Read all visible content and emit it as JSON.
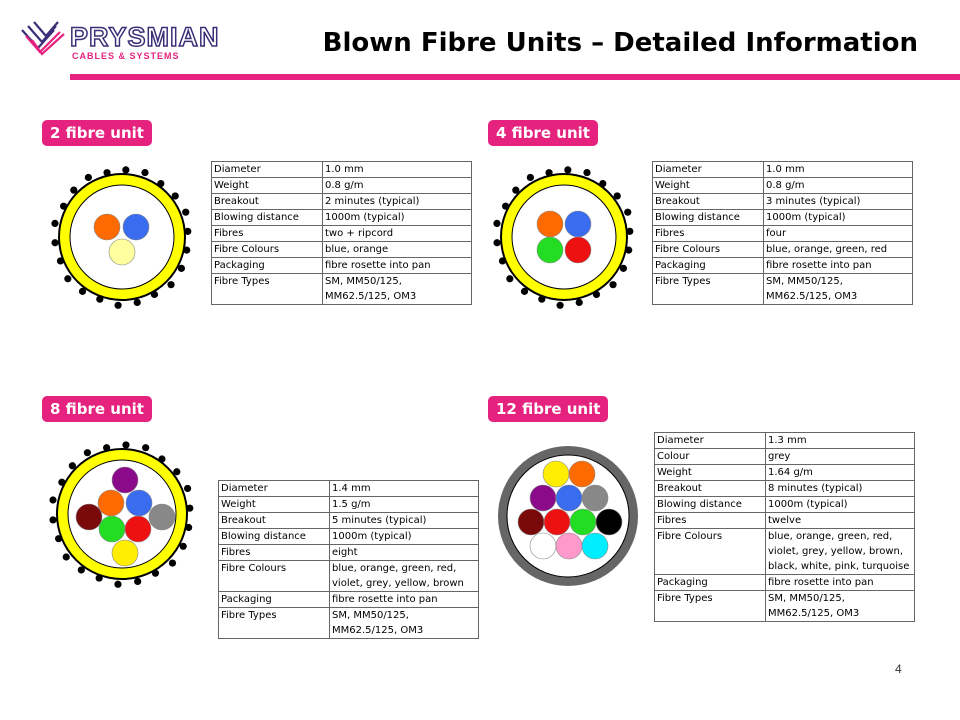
{
  "header": {
    "brand": "PRYSMIAN",
    "brand_sub": "CABLES & SYSTEMS",
    "title": "Blown Fibre Units – Detailed Information"
  },
  "page_number": "4",
  "units": [
    {
      "label": "2 fibre unit",
      "sheath_color": "#ffff00",
      "fibre_colors": [
        "#ff6a00",
        "#3a6cf0",
        "#ffffa0"
      ],
      "rows": [
        {
          "key": "Diameter",
          "value": [
            "1.0 mm"
          ]
        },
        {
          "key": "Weight",
          "value": [
            "0.8 g/m"
          ]
        },
        {
          "key": "Breakout",
          "value": [
            "2 minutes (typical)"
          ]
        },
        {
          "key": "Blowing distance",
          "value": [
            "1000m (typical)"
          ]
        },
        {
          "key": "Fibres",
          "value": [
            "two + ripcord"
          ]
        },
        {
          "key": "Fibre Colours",
          "value": [
            "blue, orange"
          ]
        },
        {
          "key": "Packaging",
          "value": [
            "fibre rosette into pan"
          ]
        },
        {
          "key": "Fibre Types",
          "value": [
            "SM, MM50/125,",
            "MM62.5/125, OM3"
          ]
        }
      ]
    },
    {
      "label": "4 fibre unit",
      "sheath_color": "#ffff00",
      "fibre_colors": [
        "#ff6a00",
        "#3a6cf0",
        "#22dd22",
        "#ee1111"
      ],
      "rows": [
        {
          "key": "Diameter",
          "value": [
            "1.0 mm"
          ]
        },
        {
          "key": "Weight",
          "value": [
            "0.8 g/m"
          ]
        },
        {
          "key": "Breakout",
          "value": [
            "3 minutes (typical)"
          ]
        },
        {
          "key": "Blowing distance",
          "value": [
            "1000m (typical)"
          ]
        },
        {
          "key": "Fibres",
          "value": [
            "four"
          ]
        },
        {
          "key": "Fibre Colours",
          "value": [
            "blue, orange, green, red"
          ]
        },
        {
          "key": "Packaging",
          "value": [
            "fibre rosette into pan"
          ]
        },
        {
          "key": "Fibre Types",
          "value": [
            "SM, MM50/125,",
            "MM62.5/125, OM3"
          ]
        }
      ]
    },
    {
      "label": "8 fibre unit",
      "sheath_color": "#ffff00",
      "fibre_colors": [
        "#8a0a8a",
        "#ff6a00",
        "#3a6cf0",
        "#7a0a0a",
        "#22dd22",
        "#ee1111",
        "#888888",
        "#ffee00"
      ],
      "rows": [
        {
          "key": "Diameter",
          "value": [
            "1.4 mm"
          ]
        },
        {
          "key": "Weight",
          "value": [
            "1.5 g/m"
          ]
        },
        {
          "key": "Breakout",
          "value": [
            "5 minutes (typical)"
          ]
        },
        {
          "key": "Blowing distance",
          "value": [
            "1000m (typical)"
          ]
        },
        {
          "key": "Fibres",
          "value": [
            "eight"
          ]
        },
        {
          "key": "Fibre Colours",
          "value": [
            "blue, orange, green, red,",
            "violet, grey, yellow, brown"
          ]
        },
        {
          "key": "Packaging",
          "value": [
            "fibre rosette into pan"
          ]
        },
        {
          "key": "Fibre Types",
          "value": [
            "SM, MM50/125,",
            "MM62.5/125, OM3"
          ]
        }
      ]
    },
    {
      "label": "12 fibre unit",
      "sheath_color": "#666666",
      "fibre_colors": [
        "#ffee00",
        "#ff6a00",
        "#8a0a8a",
        "#3a6cf0",
        "#888888",
        "#7a0a0a",
        "#ee1111",
        "#22dd22",
        "#000000",
        "#ffffff",
        "#ff99cc",
        "#00eeff"
      ],
      "rows": [
        {
          "key": "Diameter",
          "value": [
            "1.3 mm"
          ]
        },
        {
          "key": "Colour",
          "value": [
            "grey"
          ]
        },
        {
          "key": "Weight",
          "value": [
            "1.64 g/m"
          ]
        },
        {
          "key": "Breakout",
          "value": [
            "8 minutes (typical)"
          ]
        },
        {
          "key": "Blowing distance",
          "value": [
            "1000m (typical)"
          ]
        },
        {
          "key": "Fibres",
          "value": [
            "twelve"
          ]
        },
        {
          "key": "Fibre Colours",
          "value": [
            "blue, orange, green, red,",
            "violet, grey, yellow, brown,",
            "black, white, pink, turquoise"
          ]
        },
        {
          "key": "Packaging",
          "value": [
            "fibre rosette into pan"
          ]
        },
        {
          "key": "Fibre Types",
          "value": [
            "SM, MM50/125,",
            "MM62.5/125, OM3"
          ]
        }
      ]
    }
  ]
}
